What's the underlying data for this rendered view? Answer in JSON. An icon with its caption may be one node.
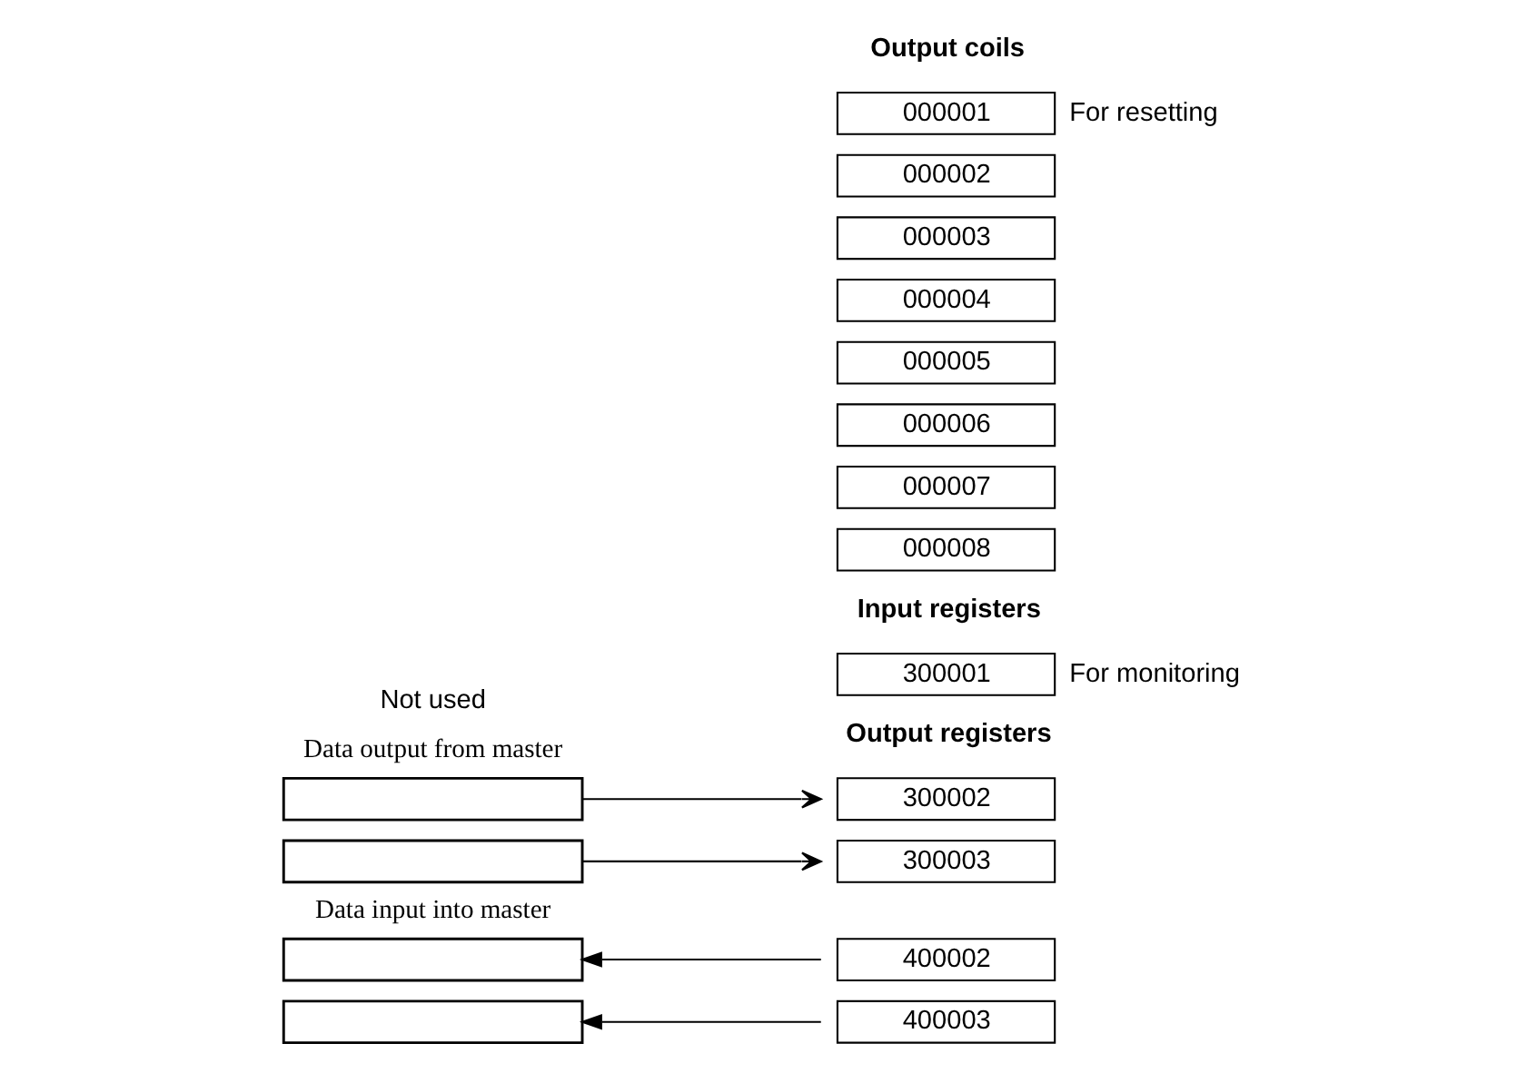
{
  "diagram": {
    "nodes": [
      {
        "text": [
          "000001"
        ],
        "beside": [
          "For resetting"
        ]
      },
      {
        "text": [
          "000002"
        ]
      },
      {
        "text": [
          "000003"
        ]
      },
      {
        "text": [
          "000004"
        ]
      },
      {
        "text": [
          "000005"
        ]
      },
      {
        "text": [
          "000006"
        ]
      },
      {
        "text": [
          "000007"
        ]
      },
      {
        "text": [
          "000008"
        ]
      },
      {
        "text": [
          "300001"
        ],
        "beside": [
          "For monitoring"
        ]
      },
      {
        "text": [
          "300002"
        ]
      },
      {
        "text": [
          "300003"
        ]
      },
      {
        "text": [],
        "shape": "box"
      },
      {
        "text": [],
        "shape": "box"
      },
      {
        "text": [],
        "shape": "box"
      },
      {
        "text": [],
        "shape": "box"
      },
      {
        "text": [
          "400002"
        ]
      },
      {
        "text": [
          "400003"
        ]
      }
    ],
    "edges": [
      {
        "from": 11,
        "to": 9,
        "arrow": "to"
      },
      {
        "from": 12,
        "to": 10,
        "arrow": "to"
      },
      {
        "from": 15,
        "to": 13,
        "arrow": "to"
      },
      {
        "from": 16,
        "to": 14,
        "arrow": "to"
      }
    ],
    "labels": [
      "Output coils",
      "Not used",
      "Input registers",
      "Data output from master",
      "Data input into master",
      "Output registers"
    ]
  }
}
